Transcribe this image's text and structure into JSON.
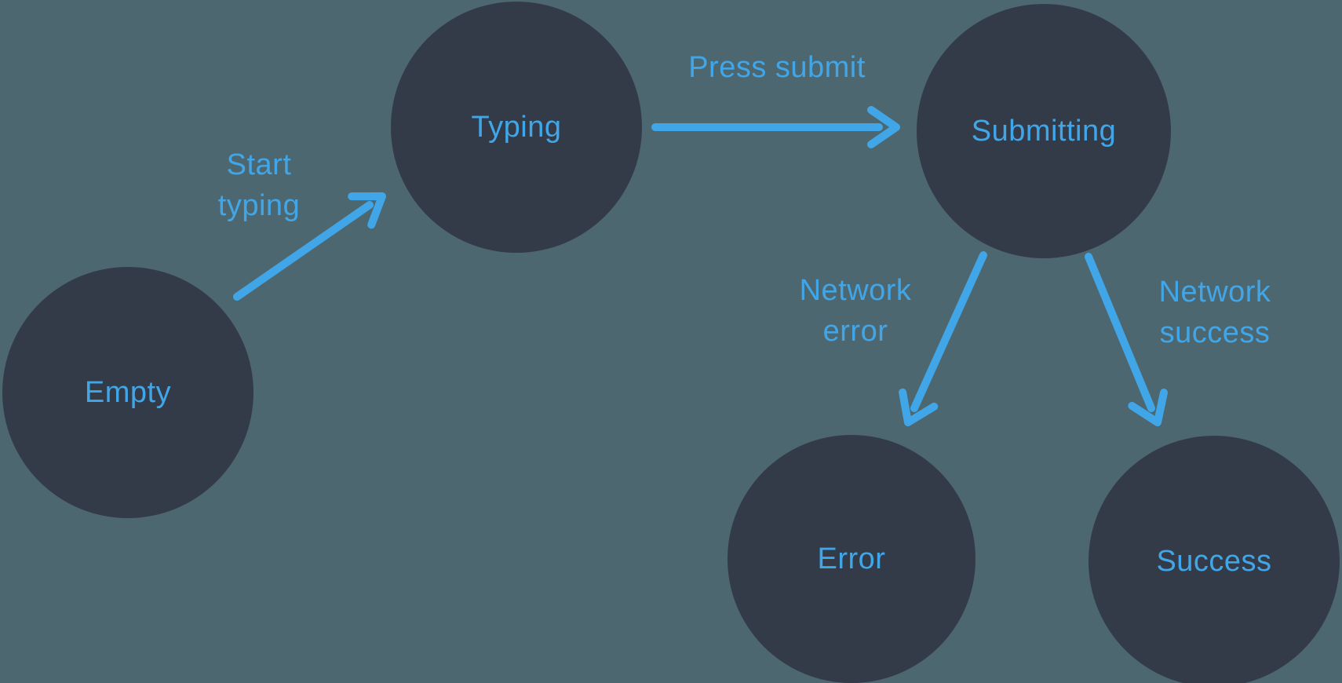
{
  "diagram_type": "state-machine",
  "colors": {
    "background": "#4D6770",
    "node_fill": "#333B49",
    "accent": "#41A6E8"
  },
  "nodes": {
    "empty": {
      "label": "Empty"
    },
    "typing": {
      "label": "Typing"
    },
    "submitting": {
      "label": "Submitting"
    },
    "error": {
      "label": "Error"
    },
    "success": {
      "label": "Success"
    }
  },
  "transitions": {
    "start_typing": {
      "label": "Start typing",
      "lines": [
        "Start",
        "typing"
      ],
      "from": "Empty",
      "to": "Typing"
    },
    "press_submit": {
      "label": "Press submit",
      "lines": [
        "Press submit"
      ],
      "from": "Typing",
      "to": "Submitting"
    },
    "network_error": {
      "label": "Network error",
      "lines": [
        "Network",
        "error"
      ],
      "from": "Submitting",
      "to": "Error"
    },
    "network_success": {
      "label": "Network success",
      "lines": [
        "Network",
        "success"
      ],
      "from": "Submitting",
      "to": "Success"
    }
  }
}
